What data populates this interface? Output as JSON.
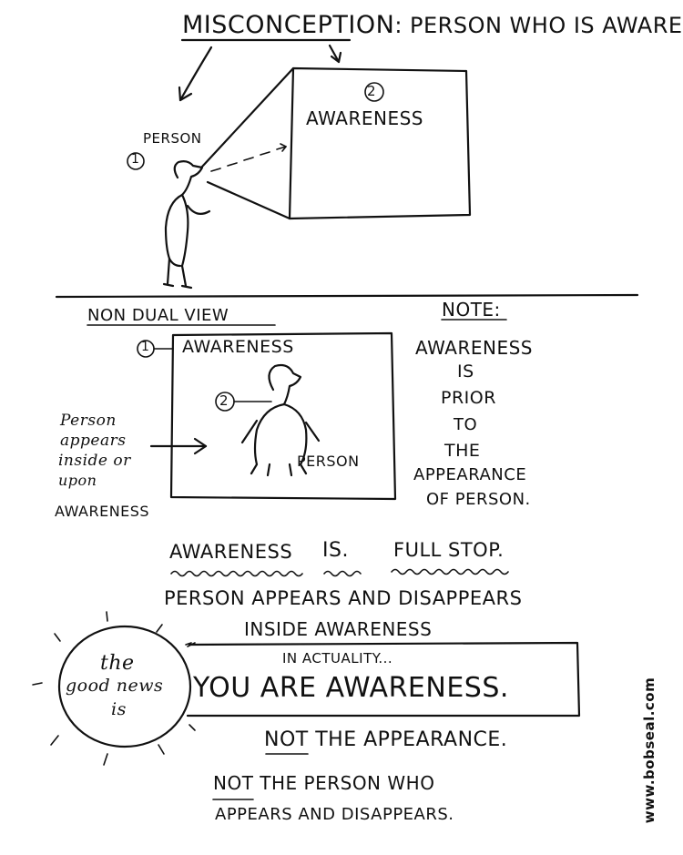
{
  "top": {
    "title_prefix": "MISCONCEPTION",
    "title_rest": ": PERSON WHO IS AWARE",
    "person_label": "PERSON",
    "marker_person": "1",
    "marker_awareness": "2",
    "awareness_label": "AWARENESS"
  },
  "nondual": {
    "heading": "NON DUAL VIEW",
    "marker_awareness": "1",
    "awareness_label": "AWARENESS",
    "marker_person": "2",
    "person_label": "PERSON",
    "side_note": [
      "Person",
      "appears",
      "inside or",
      "upon",
      "AWARENESS"
    ]
  },
  "note": {
    "heading": "NOTE:",
    "lines": [
      "AWARENESS",
      "IS",
      "PRIOR",
      "TO",
      "THE",
      "APPEARANCE",
      "OF PERSON."
    ]
  },
  "statements": {
    "awareness_is": "AWARENESS",
    "is_word": "IS.",
    "full_stop": "FULL STOP.",
    "line2": "PERSON APPEARS AND DISAPPEARS",
    "line3": "INSIDE AWARENESS"
  },
  "good_news": {
    "line1": "the",
    "line2": "good news",
    "line3": "is"
  },
  "actuality": {
    "intro": "IN ACTUALITY...",
    "main": "YOU ARE AWARENESS."
  },
  "closing": {
    "not1": "NOT",
    "rest1": " THE APPEARANCE.",
    "not2": "NOT",
    "rest2": " THE PERSON WHO",
    "line3": "APPEARS AND DISAPPEARS."
  },
  "credit": "www.bobseal.com"
}
